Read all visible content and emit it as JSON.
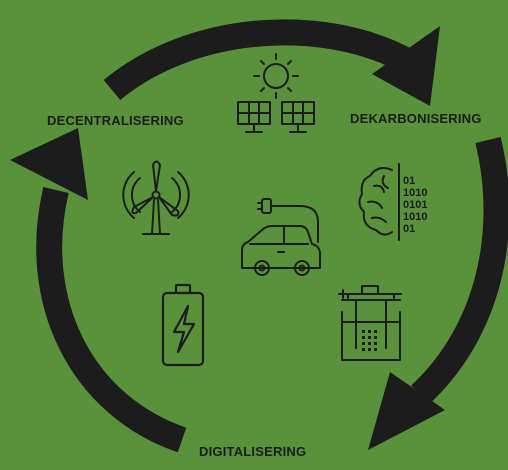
{
  "labels": {
    "decentralisering": "DECENTRALISERING",
    "dekarbonisering": "DEKARBONISERING",
    "digitalisering": "DIGITALISERING"
  },
  "binary_lines": [
    "01",
    "1010",
    "0101",
    "1010",
    "01"
  ],
  "colors": {
    "background": "#59923a",
    "ink": "#1c1c1c"
  },
  "icons": [
    "sun-icon",
    "solar-panels-icon",
    "wind-turbine-icon",
    "electric-car-icon",
    "brain-data-icon",
    "battery-icon",
    "electrolysis-icon"
  ]
}
